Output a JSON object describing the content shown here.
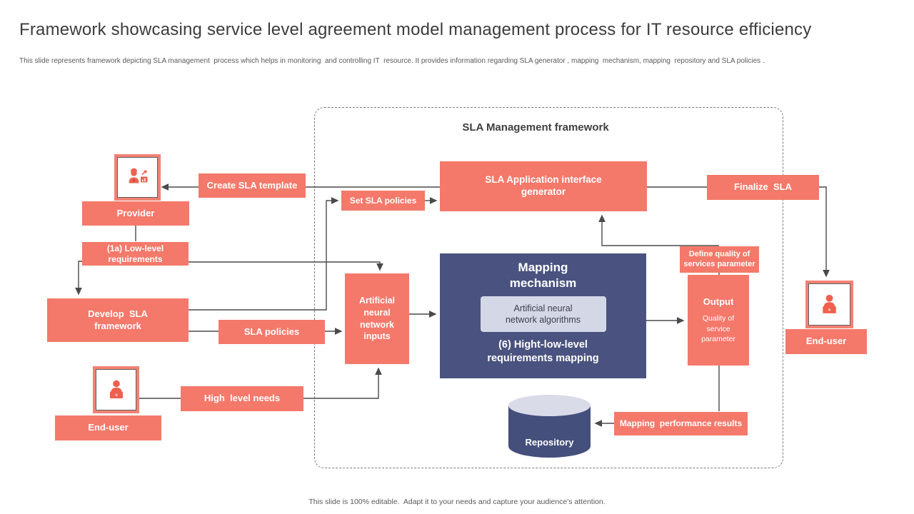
{
  "slide": {
    "title": "Framework showcasing service level agreement model management process for IT resource efficiency",
    "subtitle": "This slide represents framework depicting SLA management  process which helps in monitoring  and controlling IT  resource. It provides information regarding SLA generator , mapping  mechanism, mapping  repository and SLA policies .",
    "footer": "This slide is 100% editable.  Adapt it to your needs and capture your audience's attention."
  },
  "framework": {
    "label": "SLA Management framework"
  },
  "boxes": {
    "create_sla_template": "Create SLA template",
    "provider": "Provider",
    "low_level_requirements": "(1a) Low-level\nrequirements",
    "develop_sla_framework": "Develop  SLA\nframework",
    "sla_policies": "SLA policies",
    "high_level_needs": "High  level needs",
    "end_user_left": "End-user",
    "set_sla_policies": "Set SLA policies",
    "sla_app_generator": "SLA Application interface\ngenerator",
    "ann_inputs": "Artificial\nneural\nnetwork\ninputs",
    "finalize_sla": "Finalize  SLA",
    "define_quality": "Define quality of\nservices parameter",
    "output_title": "Output",
    "output_sub": "Quality of\nservice\nparameter",
    "mapping_performance": "Mapping  performance results",
    "end_user_right": "End-user",
    "repository": "Repository"
  },
  "mapping_mechanism": {
    "title": "Mapping\nmechanism",
    "inner": "Artificial neural\nnetwork algorithms",
    "caption": "(6) Hight-low-level\nrequirements mapping"
  },
  "icons": {
    "provider": "worker-presentation-icon",
    "end_user": "person-at-desk-icon"
  },
  "colors": {
    "accent": "#F4796B",
    "navy": "#4A537F",
    "lavender": "#D9DBE9",
    "line": "#4a4a4a"
  }
}
